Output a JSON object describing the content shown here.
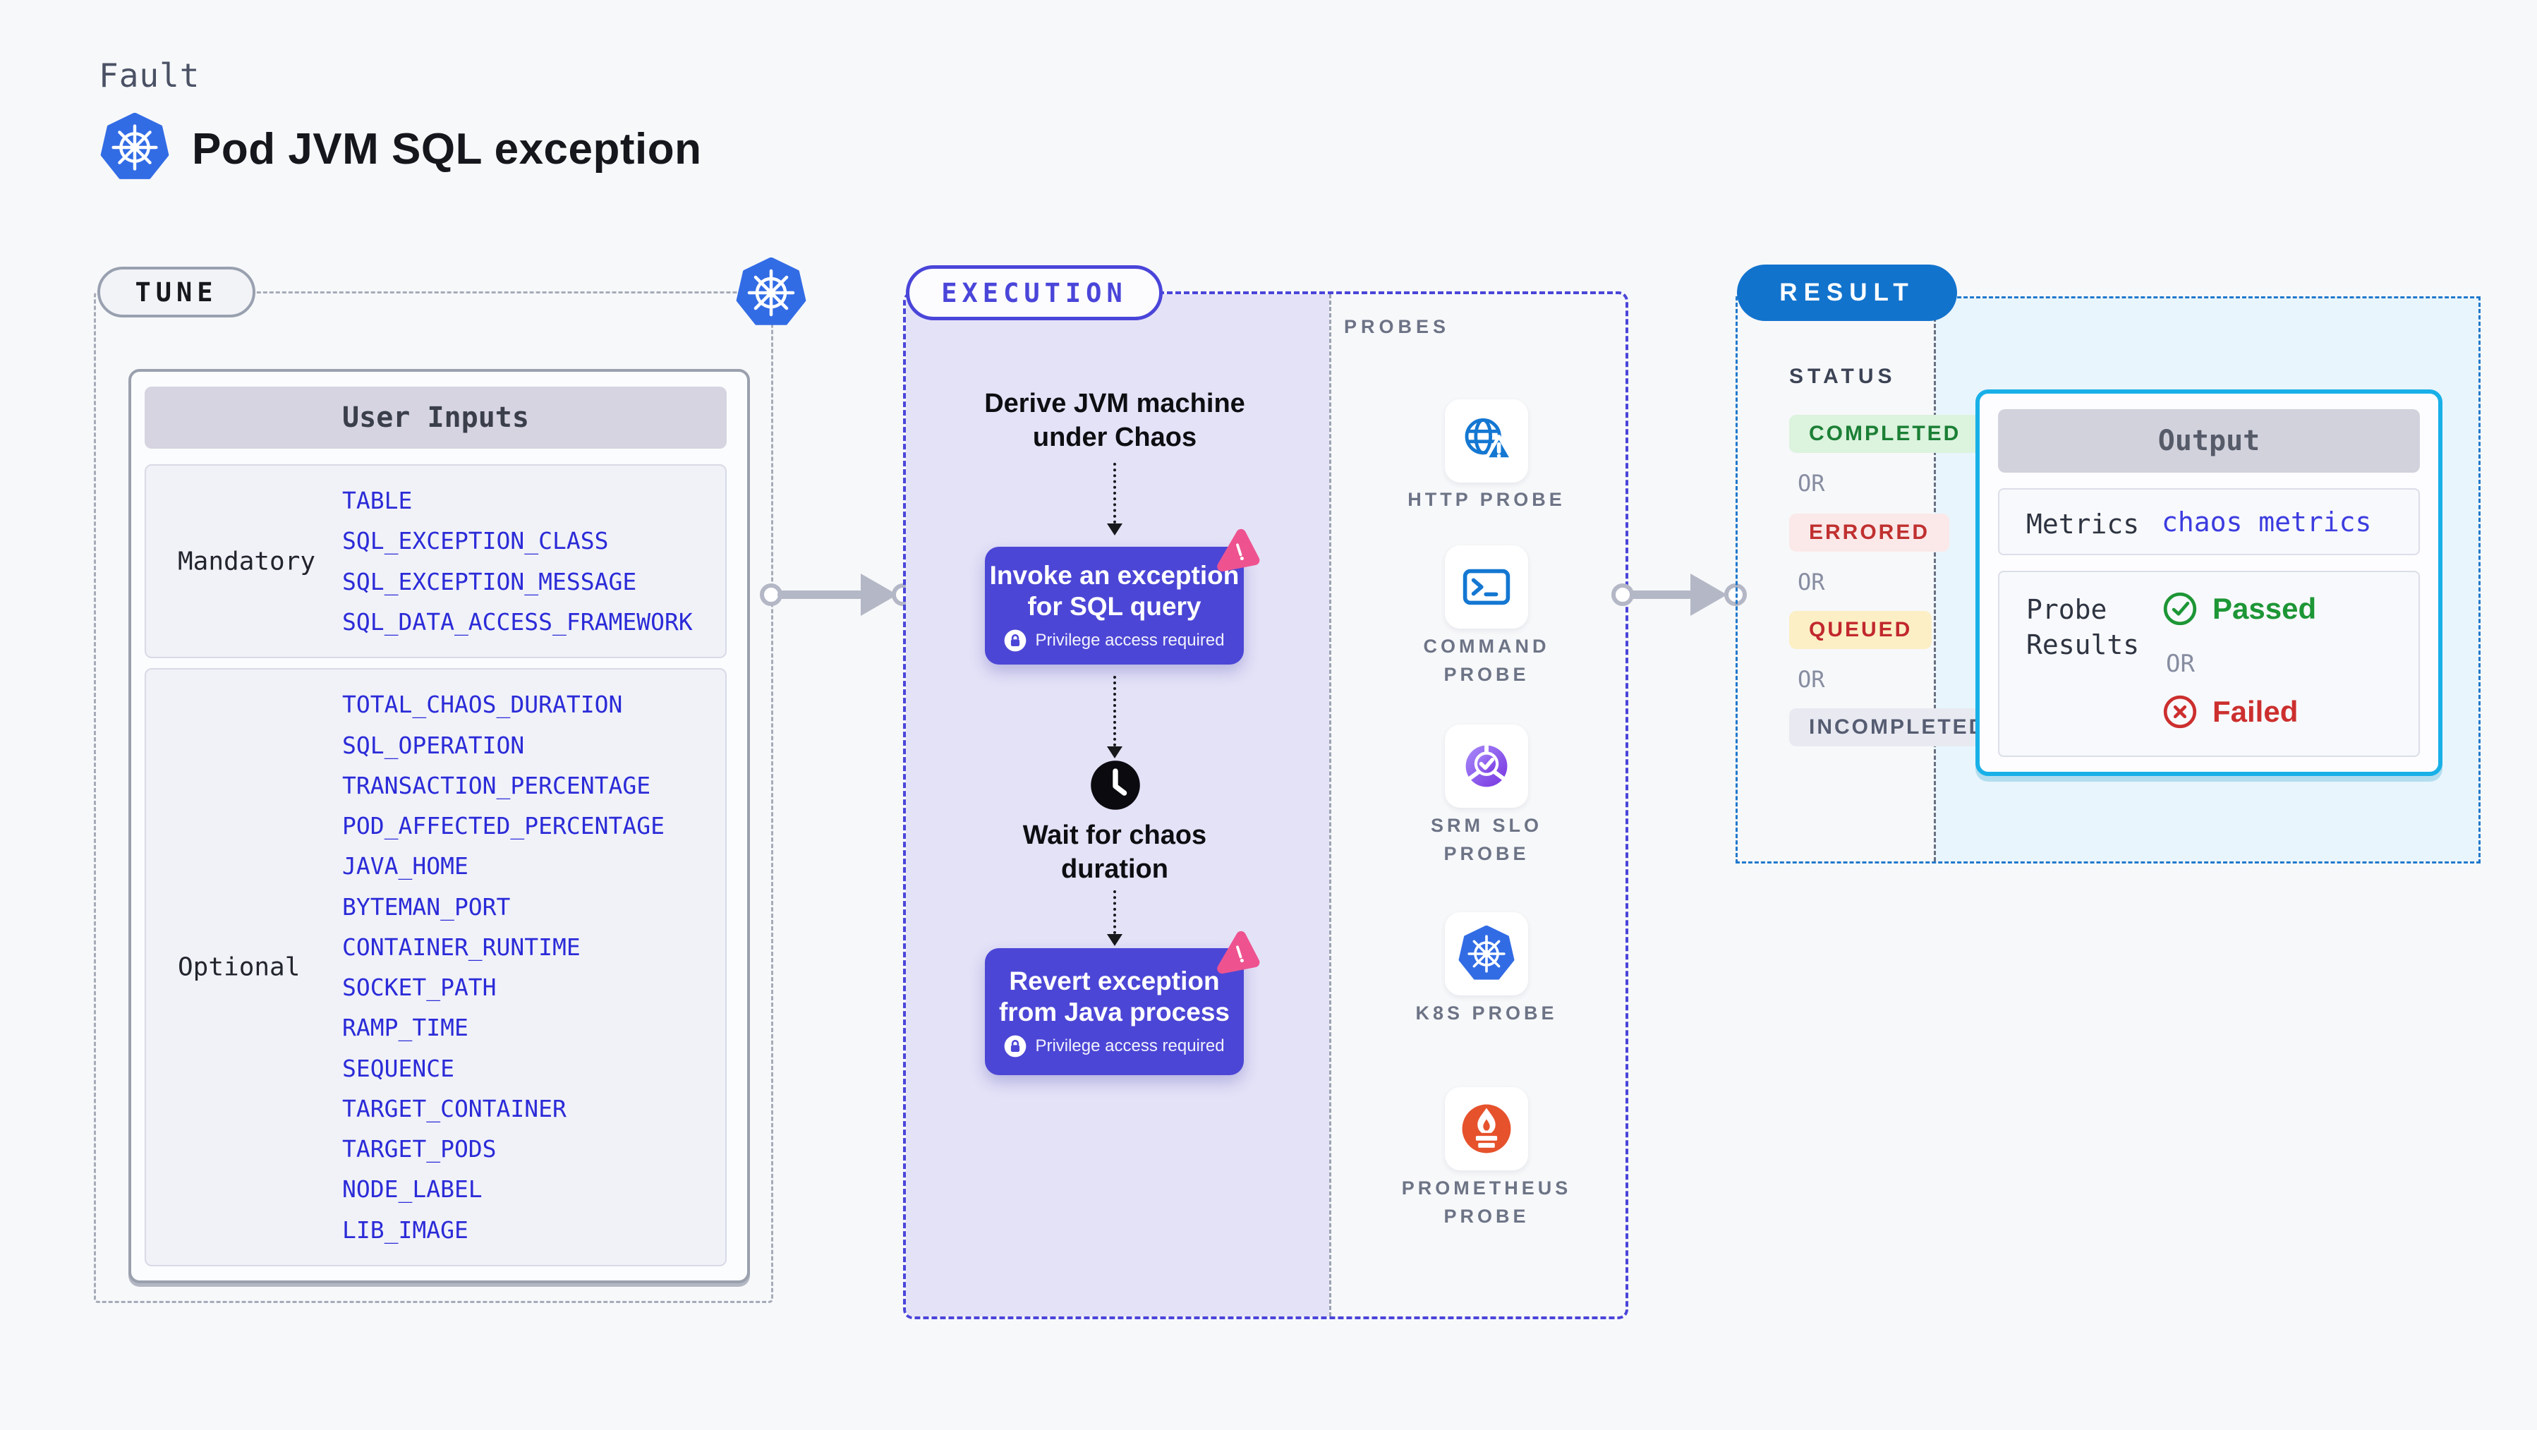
{
  "header": {
    "kicker": "Fault",
    "title": "Pod JVM SQL exception"
  },
  "tune": {
    "badge": "TUNE",
    "table_title": "User Inputs",
    "mandatory_label": "Mandatory",
    "mandatory_items": [
      "TABLE",
      "SQL_EXCEPTION_CLASS",
      "SQL_EXCEPTION_MESSAGE",
      "SQL_DATA_ACCESS_FRAMEWORK"
    ],
    "optional_label": "Optional",
    "optional_items": [
      "TOTAL_CHAOS_DURATION",
      "SQL_OPERATION",
      "TRANSACTION_PERCENTAGE",
      "POD_AFFECTED_PERCENTAGE",
      "JAVA_HOME",
      "BYTEMAN_PORT",
      "CONTAINER_RUNTIME",
      "SOCKET_PATH",
      "RAMP_TIME",
      "SEQUENCE",
      "TARGET_CONTAINER",
      "TARGET_PODS",
      "NODE_LABEL",
      "LIB_IMAGE"
    ]
  },
  "execution": {
    "badge": "EXECUTION",
    "derive_line1": "Derive JVM machine",
    "derive_line2": "under Chaos",
    "invoke_line1": "Invoke an exception",
    "invoke_line2": "for SQL query",
    "wait_line1": "Wait for chaos",
    "wait_line2": "duration",
    "revert_line1": "Revert exception",
    "revert_line2": "from Java process",
    "privilege_note": "Privilege access required"
  },
  "probes": {
    "title": "PROBES",
    "items": [
      {
        "label": "HTTP PROBE",
        "icon": "globe-alert-icon"
      },
      {
        "label": "COMMAND PROBE",
        "icon": "terminal-icon"
      },
      {
        "label": "SRM SLO PROBE",
        "icon": "slo-donut-icon"
      },
      {
        "label": "K8S PROBE",
        "icon": "kubernetes-icon"
      },
      {
        "label": "PROMETHEUS PROBE",
        "icon": "prometheus-icon"
      }
    ]
  },
  "result": {
    "badge": "RESULT",
    "status_title": "STATUS",
    "or_label": "OR",
    "statuses": [
      {
        "label": "COMPLETED",
        "type": "green"
      },
      {
        "label": "ERRORED",
        "type": "red"
      },
      {
        "label": "QUEUED",
        "type": "yellow"
      },
      {
        "label": "INCOMPLETED",
        "type": "gray"
      }
    ],
    "output": {
      "title": "Output",
      "metrics_label": "Metrics",
      "metrics_value": "chaos metrics",
      "probe_results_label": "Probe Results",
      "passed_label": "Passed",
      "failed_label": "Failed"
    }
  },
  "colors": {
    "k8s_blue": "#326ce5",
    "indigo_accent": "#4a45d9",
    "step_box_indigo": "#4c46d6",
    "lavender_panel": "#e4e2f7",
    "chaos_pink": "#ee5390",
    "probe_icon_blue": "#1477d2",
    "prometheus_orange": "#e6522c",
    "result_badge_blue": "#1273cd",
    "output_border_cyan": "#19b0e8",
    "result_panel_blue": "#e9f5fc",
    "passed_green": "#1d9636",
    "completed_bg": "#dcf3de",
    "failed_red": "#cc2f2e",
    "errored_bg": "#fbe9e9",
    "queued_bg": "#fcefc5",
    "incompleted_bg": "#e9eaf1",
    "input_item_blue": "#2b2bd8"
  }
}
